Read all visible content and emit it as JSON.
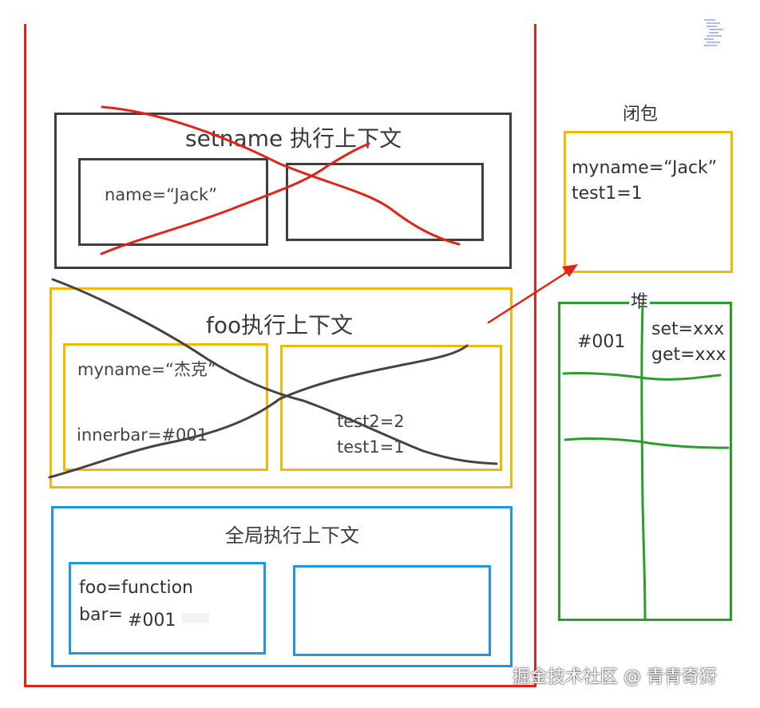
{
  "setname_ctx": {
    "title": "setname 执行上下文",
    "left_var": "name=“Jack”"
  },
  "foo_ctx": {
    "title": "foo执行上下文",
    "myname": "myname=“杰克”",
    "innerbar": "innerbar=#001",
    "test2": "test2=2",
    "test1": "test1=1"
  },
  "global_ctx": {
    "title": "全局执行上下文",
    "foo_var": "foo=function",
    "bar_var": "bar=",
    "bar_ref": "#001"
  },
  "closure": {
    "title": "闭包",
    "myname": "myname=“Jack”",
    "test1": "test1=1"
  },
  "heap": {
    "title": "堆",
    "ref": "#001",
    "set": "set=xxx",
    "get": "get=xxx"
  },
  "watermark": "掘金技术社区 @ 青青奇犽",
  "colors": {
    "stack_border": "#e2231a",
    "dark": "#3e3e3e",
    "yellow": "#f4b800",
    "blue": "#2196e3",
    "green": "#2a9d2a",
    "cross_red": "#e2231a",
    "cross_dark": "#444444"
  }
}
